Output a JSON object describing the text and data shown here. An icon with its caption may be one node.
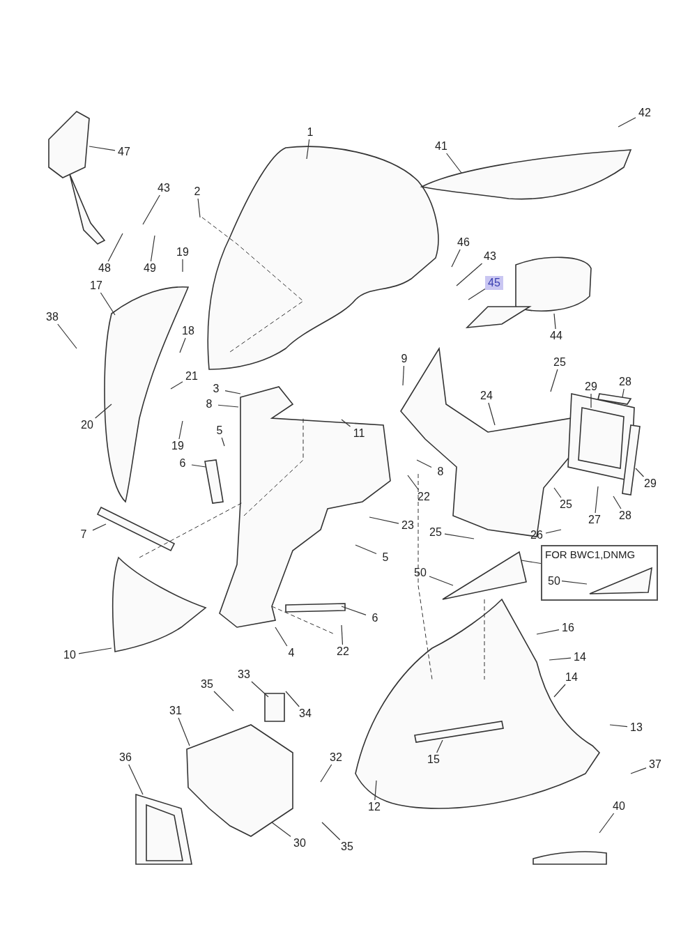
{
  "diagram": {
    "nodes": [
      {
        "text": [
          "42"
        ]
      },
      {
        "text": [
          "1"
        ]
      },
      {
        "text": [
          "41"
        ]
      },
      {
        "text": [
          "47"
        ]
      },
      {
        "text": [
          "43"
        ]
      },
      {
        "text": [
          "2"
        ]
      },
      {
        "text": [
          "46"
        ]
      },
      {
        "text": [
          "19"
        ]
      },
      {
        "text": [
          "43"
        ]
      },
      {
        "text": [
          "48"
        ]
      },
      {
        "text": [
          "49"
        ]
      },
      {
        "text": [
          "45"
        ]
      },
      {
        "text": [
          "17"
        ]
      },
      {
        "text": [
          "38"
        ]
      },
      {
        "text": [
          "18"
        ]
      },
      {
        "text": [
          "44"
        ]
      },
      {
        "text": [
          "9"
        ]
      },
      {
        "text": [
          "25"
        ]
      },
      {
        "text": [
          "21"
        ]
      },
      {
        "text": [
          "28"
        ]
      },
      {
        "text": [
          "29"
        ]
      },
      {
        "text": [
          "3"
        ]
      },
      {
        "text": [
          "24"
        ]
      },
      {
        "text": [
          "8"
        ]
      },
      {
        "text": [
          "20"
        ]
      },
      {
        "text": [
          "5"
        ]
      },
      {
        "text": [
          "11"
        ]
      },
      {
        "text": [
          "19"
        ]
      },
      {
        "text": [
          "6"
        ]
      },
      {
        "text": [
          "8"
        ]
      },
      {
        "text": [
          "29"
        ]
      },
      {
        "text": [
          "22"
        ]
      },
      {
        "text": [
          "25"
        ]
      },
      {
        "text": [
          "28"
        ]
      },
      {
        "text": [
          "27"
        ]
      },
      {
        "text": [
          "23"
        ]
      },
      {
        "text": [
          "25"
        ]
      },
      {
        "text": [
          "7"
        ]
      },
      {
        "text": [
          "26"
        ]
      },
      {
        "text": [
          "FOR BWC1,DNMG"
        ]
      },
      {
        "text": [
          "50"
        ],
        "in": 39
      },
      {
        "text": [
          "5"
        ]
      },
      {
        "text": [
          "50"
        ]
      },
      {
        "text": [
          "6"
        ]
      },
      {
        "text": [
          "16"
        ]
      },
      {
        "text": [
          "22"
        ]
      },
      {
        "text": [
          "4"
        ]
      },
      {
        "text": [
          "10"
        ]
      },
      {
        "text": [
          "14"
        ]
      },
      {
        "text": [
          "33"
        ]
      },
      {
        "text": [
          "14"
        ]
      },
      {
        "text": [
          "35"
        ]
      },
      {
        "text": [
          "31"
        ]
      },
      {
        "text": [
          "34"
        ]
      },
      {
        "text": [
          "13"
        ]
      },
      {
        "text": [
          "32"
        ]
      },
      {
        "text": [
          "36"
        ]
      },
      {
        "text": [
          "15"
        ]
      },
      {
        "text": [
          "37"
        ]
      },
      {
        "text": [
          "12"
        ]
      },
      {
        "text": [
          "40"
        ]
      },
      {
        "text": [
          "30"
        ]
      },
      {
        "text": [
          "35"
        ]
      }
    ],
    "edges": [
      {
        "from": 0,
        "to": null,
        "arrow": "none"
      },
      {
        "from": 1,
        "to": null,
        "arrow": "none"
      },
      {
        "from": 2,
        "to": null,
        "arrow": "none"
      },
      {
        "from": 3,
        "to": null,
        "arrow": "none"
      },
      {
        "from": 4,
        "to": null,
        "arrow": "none"
      },
      {
        "from": 5,
        "to": null,
        "arrow": "none"
      },
      {
        "from": 6,
        "to": null,
        "arrow": "none"
      },
      {
        "from": 7,
        "to": null,
        "arrow": "none"
      },
      {
        "from": 8,
        "to": null,
        "arrow": "none"
      },
      {
        "from": 9,
        "to": null,
        "arrow": "none"
      },
      {
        "from": 10,
        "to": null,
        "arrow": "none"
      },
      {
        "from": 11,
        "to": null,
        "arrow": "none"
      },
      {
        "from": 12,
        "to": null,
        "arrow": "none"
      },
      {
        "from": 13,
        "to": null,
        "arrow": "none"
      },
      {
        "from": 14,
        "to": null,
        "arrow": "none"
      },
      {
        "from": 15,
        "to": null,
        "arrow": "none"
      },
      {
        "from": 16,
        "to": null,
        "arrow": "none"
      },
      {
        "from": 17,
        "to": null,
        "arrow": "none"
      },
      {
        "from": 18,
        "to": null,
        "arrow": "none"
      },
      {
        "from": 19,
        "to": null,
        "arrow": "none"
      },
      {
        "from": 20,
        "to": null,
        "arrow": "none"
      },
      {
        "from": 21,
        "to": null,
        "arrow": "none"
      },
      {
        "from": 22,
        "to": null,
        "arrow": "none"
      },
      {
        "from": 23,
        "to": null,
        "arrow": "none"
      },
      {
        "from": 24,
        "to": null,
        "arrow": "none"
      },
      {
        "from": 25,
        "to": null,
        "arrow": "none"
      },
      {
        "from": 26,
        "to": null,
        "arrow": "none"
      },
      {
        "from": 27,
        "to": null,
        "arrow": "none"
      },
      {
        "from": 28,
        "to": null,
        "arrow": "none"
      },
      {
        "from": 29,
        "to": null,
        "arrow": "none"
      },
      {
        "from": 30,
        "to": null,
        "arrow": "none"
      },
      {
        "from": 31,
        "to": null,
        "arrow": "none"
      },
      {
        "from": 32,
        "to": null,
        "arrow": "none"
      },
      {
        "from": 33,
        "to": null,
        "arrow": "none"
      },
      {
        "from": 34,
        "to": null,
        "arrow": "none"
      },
      {
        "from": 35,
        "to": null,
        "arrow": "none"
      },
      {
        "from": 36,
        "to": null,
        "arrow": "none"
      },
      {
        "from": 37,
        "to": null,
        "arrow": "none"
      },
      {
        "from": 38,
        "to": null,
        "arrow": "none"
      },
      {
        "from": 39,
        "to": null,
        "arrow": "none"
      },
      {
        "from": 40,
        "to": null,
        "arrow": "none"
      },
      {
        "from": 41,
        "to": null,
        "arrow": "none"
      },
      {
        "from": 42,
        "to": null,
        "arrow": "none"
      },
      {
        "from": 43,
        "to": null,
        "arrow": "none"
      },
      {
        "from": 44,
        "to": null,
        "arrow": "none"
      },
      {
        "from": 45,
        "to": null,
        "arrow": "none"
      },
      {
        "from": 46,
        "to": null,
        "arrow": "none"
      },
      {
        "from": 47,
        "to": null,
        "arrow": "none"
      },
      {
        "from": 48,
        "to": null,
        "arrow": "none"
      },
      {
        "from": 49,
        "to": null,
        "arrow": "none"
      },
      {
        "from": 50,
        "to": null,
        "arrow": "none"
      },
      {
        "from": 51,
        "to": null,
        "arrow": "none"
      },
      {
        "from": 52,
        "to": null,
        "arrow": "none"
      },
      {
        "from": 53,
        "to": null,
        "arrow": "none"
      },
      {
        "from": 54,
        "to": null,
        "arrow": "none"
      },
      {
        "from": 55,
        "to": null,
        "arrow": "none"
      },
      {
        "from": 56,
        "to": null,
        "arrow": "none"
      },
      {
        "from": 57,
        "to": null,
        "arrow": "none"
      },
      {
        "from": 58,
        "to": null,
        "arrow": "none"
      },
      {
        "from": 59,
        "to": null,
        "arrow": "none"
      },
      {
        "from": 60,
        "to": null,
        "arrow": "none"
      },
      {
        "from": 61,
        "to": null,
        "arrow": "none"
      },
      {
        "from": 62,
        "to": null,
        "arrow": "none"
      }
    ]
  }
}
